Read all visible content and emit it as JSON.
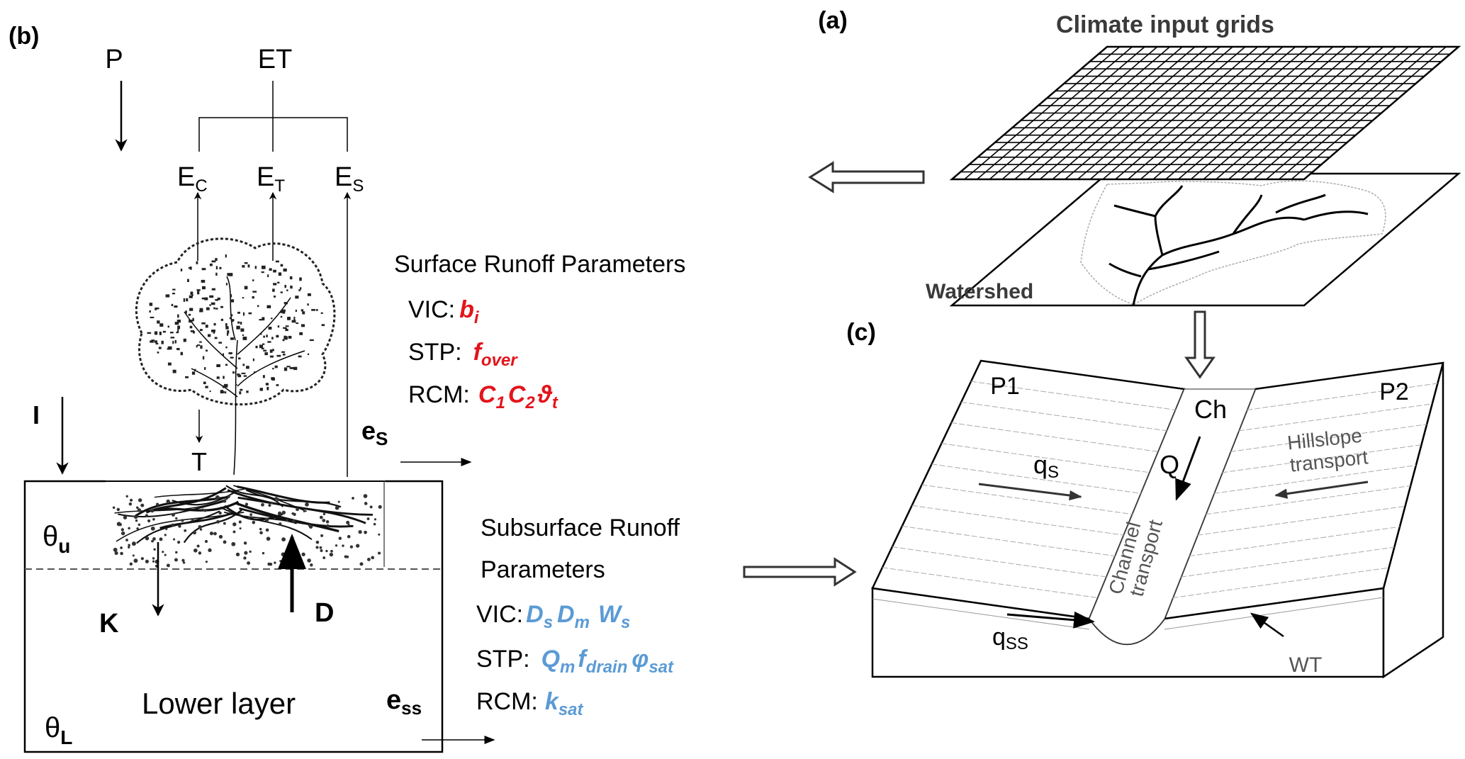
{
  "panel_b": {
    "label": "(b)",
    "P": "P",
    "ET": "ET",
    "E_C": {
      "main": "E",
      "sub": "C"
    },
    "E_T": {
      "main": "E",
      "sub": "T"
    },
    "E_S": {
      "main": "E",
      "sub": "S"
    },
    "I": "I",
    "T": "T",
    "e_s": {
      "main": "e",
      "sub": "S"
    },
    "theta_u": {
      "main": "θ",
      "sub": "u"
    },
    "K": "K",
    "D": "D",
    "lower_layer": "Lower layer",
    "e_ss": {
      "main": "e",
      "sub": "ss"
    },
    "theta_L": {
      "main": "θ",
      "sub": "L"
    }
  },
  "surface_params": {
    "title": "Surface  Runoff  Parameters",
    "vic": {
      "label": "VIC:",
      "params": [
        {
          "main": "b",
          "sub": "i"
        }
      ]
    },
    "stp": {
      "label": "STP:",
      "params": [
        {
          "main": "f",
          "sub": "over"
        }
      ]
    },
    "rcm": {
      "label": "RCM:",
      "params": [
        {
          "main": "C",
          "sub": "1"
        },
        {
          "main": "C",
          "sub": "2"
        },
        {
          "main": "ϑ",
          "sub": "t"
        }
      ]
    },
    "color": "#e3141b"
  },
  "subsurface_params": {
    "title_line1": "Subsurface  Runoff",
    "title_line2": "Parameters",
    "vic": {
      "label": "VIC:",
      "params": [
        {
          "main": "D",
          "sub": "s"
        },
        {
          "main": "D",
          "sub": "m"
        },
        {
          "main": "W",
          "sub": "s"
        }
      ]
    },
    "stp": {
      "label": "STP:",
      "params": [
        {
          "main": "Q",
          "sub": "m"
        },
        {
          "main": "f",
          "sub": "drain"
        },
        {
          "main": "φ",
          "sub": "sat"
        }
      ]
    },
    "rcm": {
      "label": "RCM:",
      "params": [
        {
          "main": "k",
          "sub": "sat"
        }
      ]
    },
    "color": "#5b9bd5"
  },
  "panel_a": {
    "label": "(a)",
    "grid_title": "Climate input grids",
    "watershed": "Watershed"
  },
  "panel_c": {
    "label": "(c)",
    "P1": "P1",
    "P2": "P2",
    "Ch": "Ch",
    "Q": "Q",
    "q_s": {
      "main": "q",
      "sub": "S"
    },
    "hillslope_line1": "Hillslope",
    "hillslope_line2": "transport",
    "channel_line1": "Channel",
    "channel_line2": "transport",
    "q_ss": {
      "main": "q",
      "sub": "SS"
    },
    "WT": "WT"
  }
}
